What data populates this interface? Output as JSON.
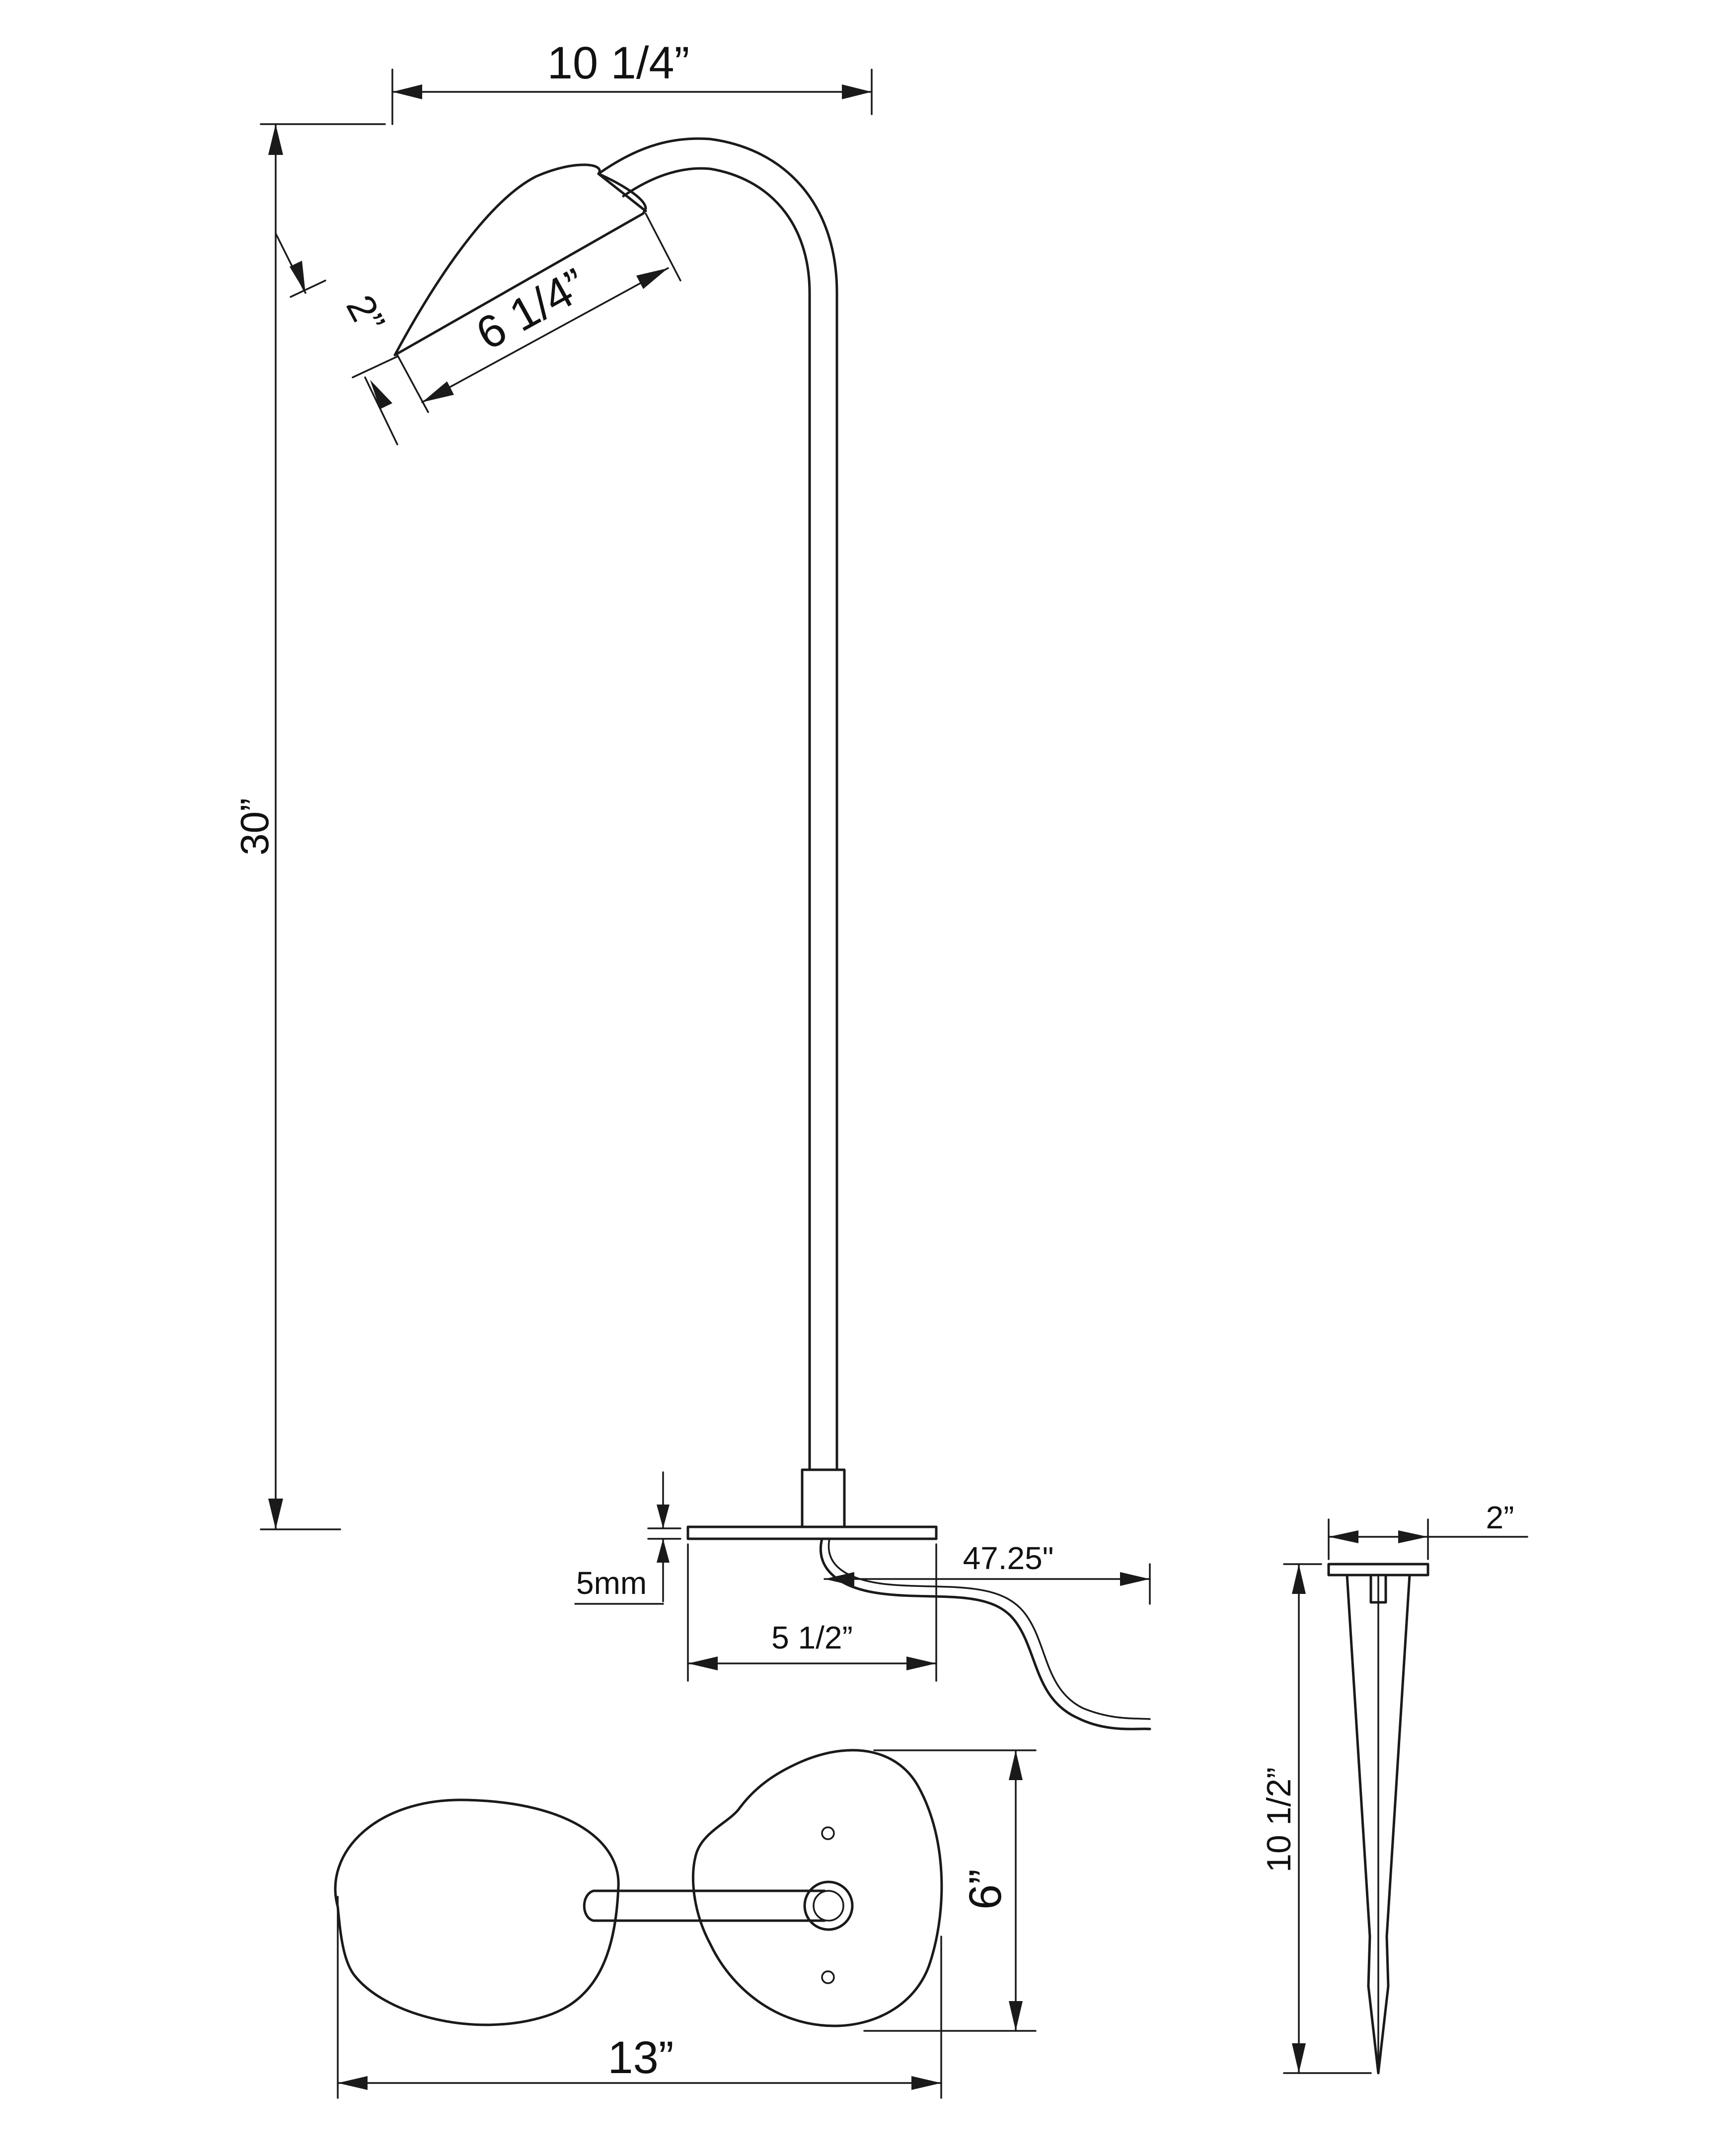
{
  "dimensions": {
    "overall_reach": "10 1/4”",
    "shade_length": "6 1/4”",
    "shade_depth": "2”",
    "overall_height": "30”",
    "base_thickness": "5mm",
    "cord_length": "47.25\"",
    "base_width": "5 1/2”",
    "stake_width": "2”",
    "stake_length": "10 1/2”",
    "plan_depth": "6”",
    "plan_length": "13”"
  },
  "colors": {
    "line": "#1a1a1a",
    "background": "#ffffff"
  }
}
